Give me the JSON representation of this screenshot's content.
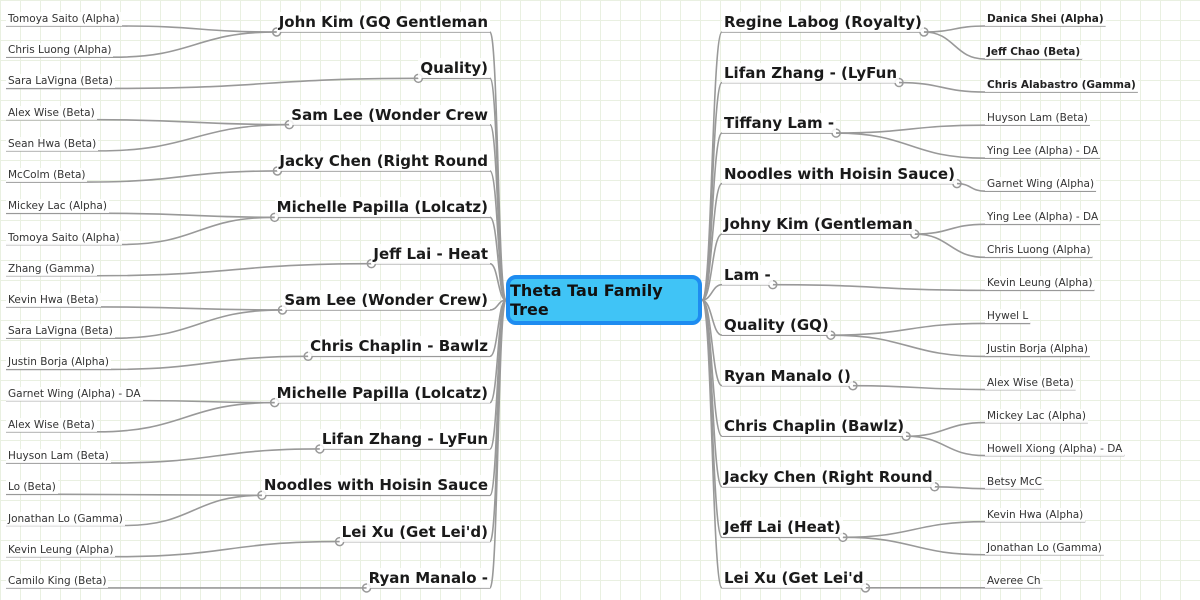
{
  "center": {
    "title": "Theta Tau Family Tree",
    "color": "#40c4f6",
    "border_color": "#1e8cf0"
  },
  "left_branches": [
    "John Kim (GQ Gentleman",
    "Quality)",
    "Sam Lee (Wonder Crew",
    "Jacky Chen (Right Round",
    "Michelle Papilla (Lolcatz)",
    "Jeff Lai - Heat",
    "Sam Lee (Wonder Crew)",
    "Chris Chaplin - Bawlz",
    "Michelle Papilla (Lolcatz)",
    "Lifan Zhang - LyFun",
    "Noodles with Hoisin Sauce",
    "Lei Xu (Get Lei'd)",
    "Ryan Manalo -"
  ],
  "left_children": [
    "Tomoya Saito (Alpha)",
    "Chris Luong (Alpha)",
    "Sara LaVigna (Beta)",
    "Alex Wise (Beta)",
    "Sean Hwa (Beta)",
    "McColm (Beta)",
    "Mickey Lac (Alpha)",
    "Tomoya Saito (Alpha)",
    "Zhang (Gamma)",
    "Kevin Hwa (Beta)",
    "Sara LaVigna (Beta)",
    "Justin Borja (Alpha)",
    "Garnet Wing (Alpha) - DA",
    "Alex Wise (Beta)",
    "Huyson Lam (Beta)",
    "Lo (Beta)",
    "Jonathan Lo (Gamma)",
    "Kevin Leung (Alpha)",
    "Camilo King (Beta)"
  ],
  "right_branches": [
    "Regine Labog (Royalty)",
    "Lifan Zhang - (LyFun",
    "Tiffany Lam -",
    "Noodles with Hoisin Sauce)",
    "Johny Kim (Gentleman",
    "Lam -",
    "Quality (GQ)",
    "Ryan Manalo ()",
    "Chris Chaplin (Bawlz)",
    "Jacky Chen (Right Round",
    "Jeff Lai (Heat)",
    "Lei Xu (Get Lei'd"
  ],
  "right_children_bold": [
    "Danica Shei (Alpha)",
    "Jeff Chao (Beta)",
    "Chris Alabastro (Gamma)"
  ],
  "right_children": [
    "Huyson Lam (Beta)",
    "Ying Lee (Alpha) - DA",
    "Garnet Wing (Alpha)",
    "Ying Lee (Alpha) - DA",
    "Chris Luong (Alpha)",
    "Kevin Leung (Alpha)",
    "Hywel L",
    "Justin Borja (Alpha)",
    "Alex Wise (Beta)",
    "Mickey Lac (Alpha)",
    "Howell Xiong (Alpha) - DA",
    "Betsy McC",
    "Kevin Hwa (Alpha)",
    "Jonathan Lo (Gamma)",
    "Averee Ch"
  ]
}
